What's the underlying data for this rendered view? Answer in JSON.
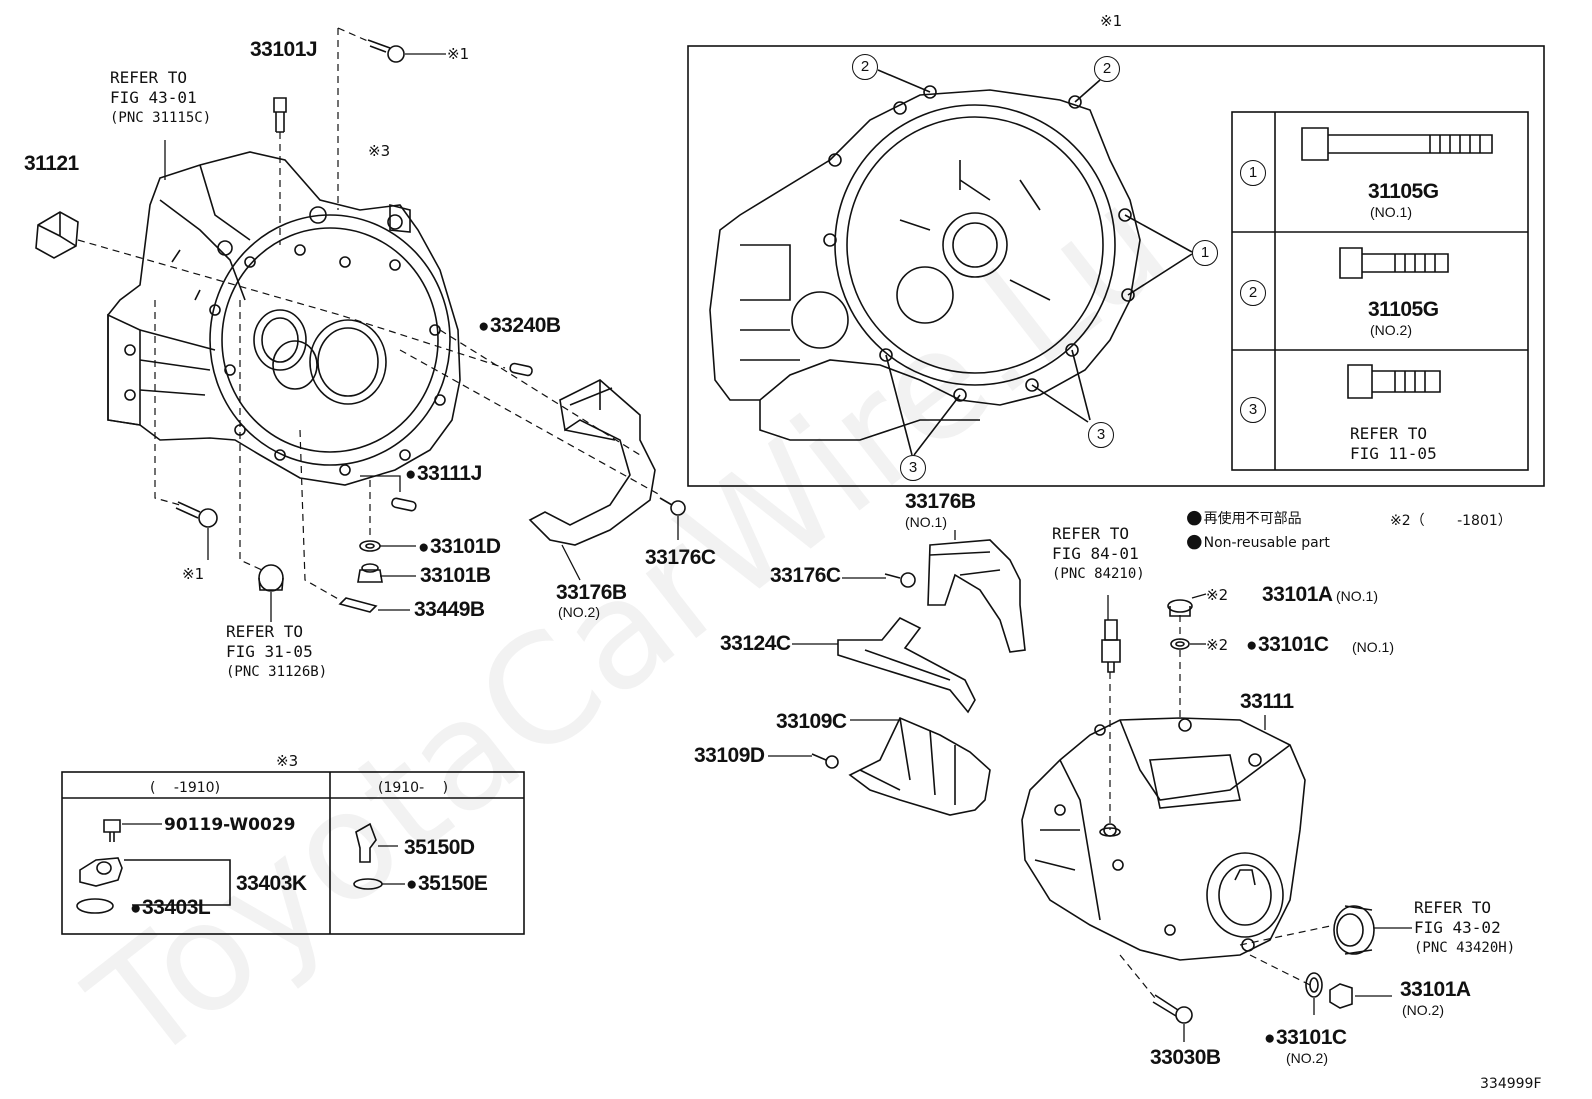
{
  "watermark": "ToyotaCarWire.Lu",
  "figure_id": "334999F",
  "legend": {
    "jp": "再使用不可部品",
    "en": "Non-reusable part",
    "note2": "※2（　　 -1801）"
  },
  "markers": {
    "m1": "※1",
    "m2": "※2",
    "m3": "※3"
  },
  "parts": {
    "p33101J": "33101J",
    "p31121": "31121",
    "p33240B": "33240B",
    "p33111J": "33111J",
    "p33101D": "33101D",
    "p33101B": "33101B",
    "p33449B": "33449B",
    "p33176B_no2": "33176B",
    "p33176C_a": "33176C",
    "p33176B_no1": "33176B",
    "p33176C_b": "33176C",
    "p33124C": "33124C",
    "p33109C": "33109C",
    "p33109D": "33109D",
    "p33101A_no1": "33101A",
    "p33101C_no1": "33101C",
    "p33111": "33111",
    "p33101A_no2": "33101A",
    "p33101C_no2": "33101C",
    "p33030B": "33030B",
    "p90119": "90119-W0029",
    "p33403K": "33403K",
    "p33403L": "33403L",
    "p35150D": "35150D",
    "p35150E": "35150E"
  },
  "subs": {
    "no1": "(NO.1)",
    "no2": "(NO.2)"
  },
  "refs": {
    "r4301": {
      "l1": "REFER TO",
      "l2": "FIG 43-01",
      "l3": "(PNC 31115C)"
    },
    "r3105": {
      "l1": "REFER TO",
      "l2": "FIG 31-05",
      "l3": "(PNC 31126B)"
    },
    "r8401": {
      "l1": "REFER TO",
      "l2": "FIG 84-01",
      "l3": "(PNC 84210)"
    },
    "r4302": {
      "l1": "REFER TO",
      "l2": "FIG 43-02",
      "l3": "(PNC 43420H)"
    },
    "r1105": {
      "l1": "REFER TO",
      "l2": "FIG 11-05"
    }
  },
  "bolt_table": {
    "rows": [
      {
        "num": "1",
        "part": "31105G",
        "sub": "(NO.1)"
      },
      {
        "num": "2",
        "part": "31105G",
        "sub": "(NO.2)"
      },
      {
        "num": "3",
        "part": "",
        "sub": ""
      }
    ]
  },
  "detail_callouts": [
    "2",
    "2",
    "1",
    "3",
    "3"
  ],
  "sensor_table": {
    "col1": "(　 -1910)",
    "col2": "(1910-　 )"
  }
}
